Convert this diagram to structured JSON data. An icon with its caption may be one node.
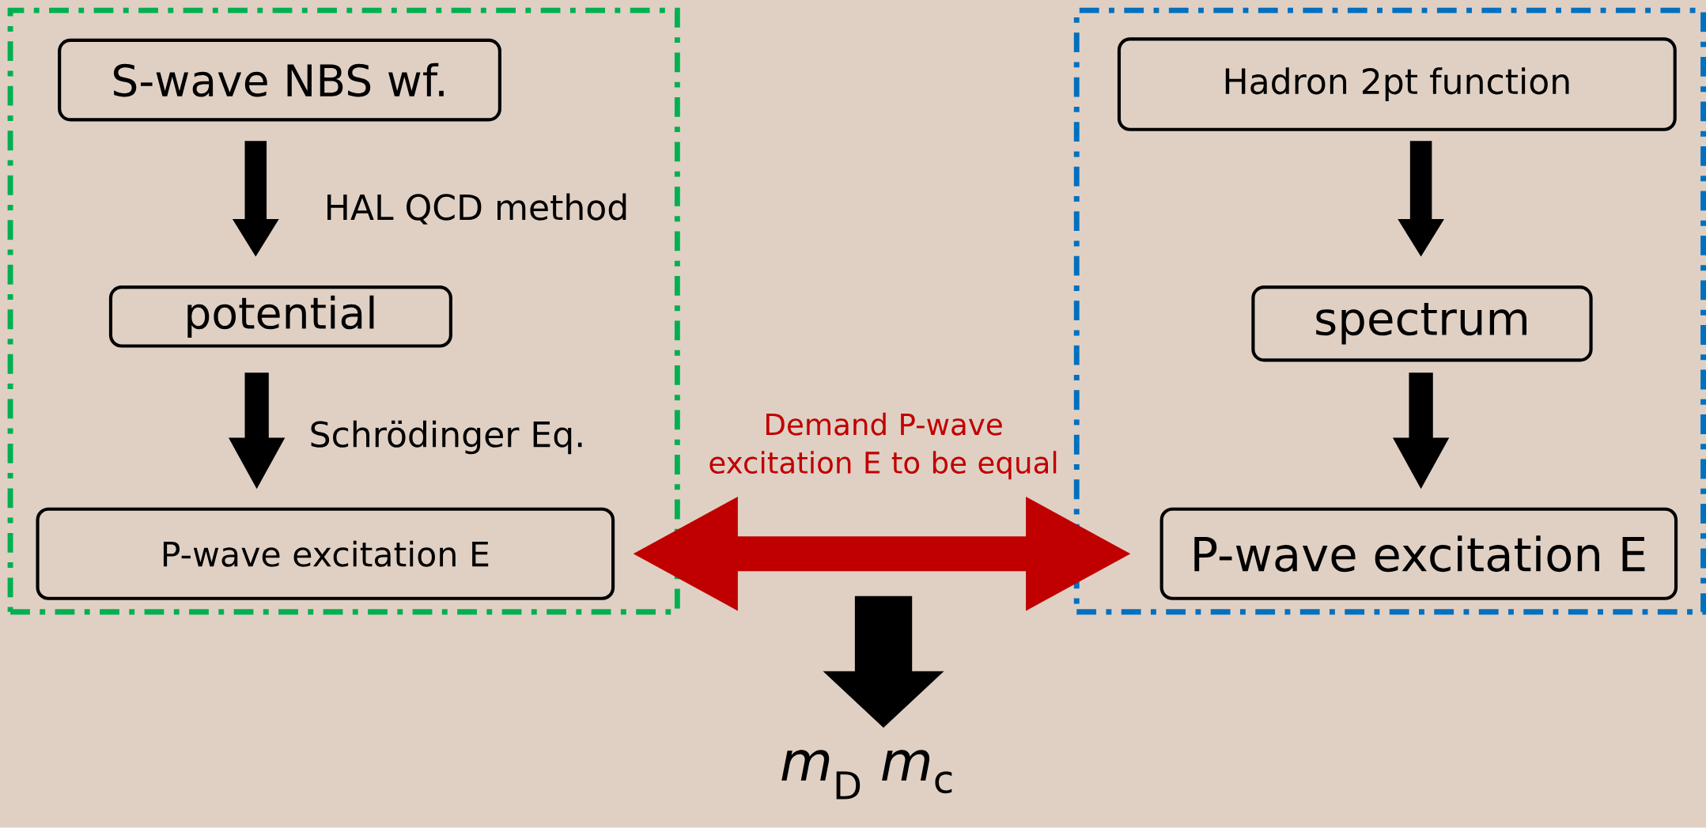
{
  "diagram": {
    "nodes": [
      {
        "text": [],
        "shape": "box"
      },
      {
        "text": [
          "S-wave NBS wf."
        ],
        "in": 0
      },
      {
        "text": [
          "potential"
        ],
        "in": 0
      },
      {
        "text": [
          "P-wave excitation E"
        ],
        "in": 0
      },
      {
        "text": [],
        "shape": "box"
      },
      {
        "text": [
          "Hadron 2pt function"
        ],
        "in": 4
      },
      {
        "text": [
          "spectrum"
        ],
        "in": 4
      },
      {
        "text": [
          "P-wave excitation E"
        ],
        "in": 4
      },
      {
        "text": [
          "*m*$_{D}$ *m*$_{c}$"
        ]
      }
    ],
    "edges": [
      {
        "from": 1,
        "to": 2,
        "arrow": "to",
        "label": "HAL QCD method"
      },
      {
        "from": 2,
        "to": 3,
        "arrow": "to",
        "label": "Schrödinger Eq."
      },
      {
        "from": 5,
        "to": 6,
        "arrow": "to"
      },
      {
        "from": 6,
        "to": 7,
        "arrow": "to"
      },
      {
        "from": 3,
        "to": 7,
        "arrow": "both",
        "label": "Demand P-wave excitation E to be equal",
        "color": "#c00000"
      },
      {
        "from": null,
        "to": 8,
        "arrow": "to",
        "style": "thick"
      }
    ]
  }
}
